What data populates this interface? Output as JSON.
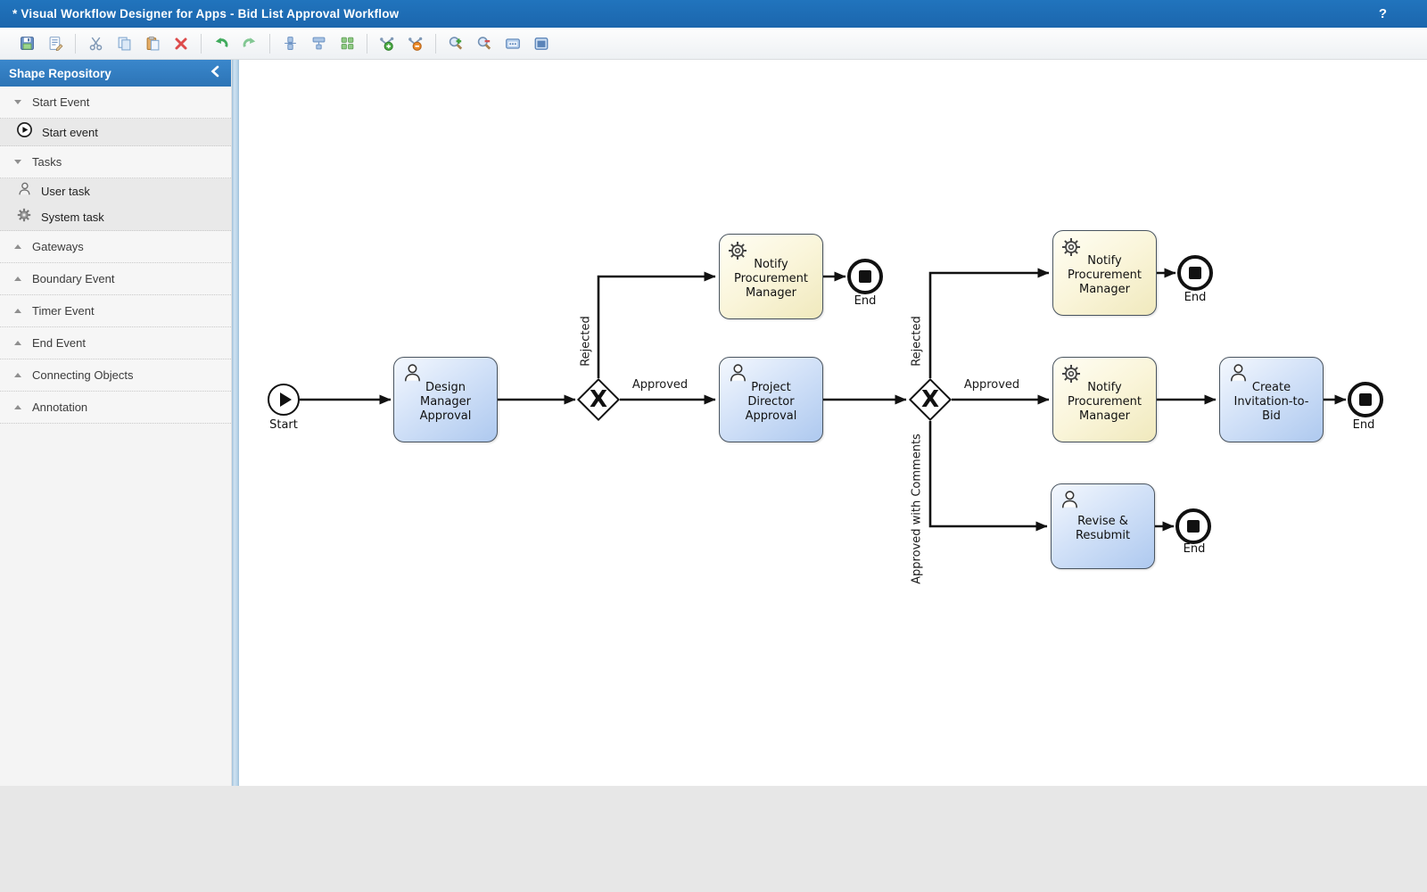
{
  "window": {
    "title": "* Visual Workflow Designer for Apps - Bid List Approval Workflow",
    "help_glyph": "?"
  },
  "toolbar": {
    "icons": [
      "save",
      "edit-properties",
      "cut",
      "copy",
      "paste",
      "delete",
      "undo",
      "redo",
      "align-vertical",
      "align-horizontal",
      "fit-to-content",
      "add-bend-point",
      "remove-bend-point",
      "zoom-in",
      "zoom-out",
      "zoom-actual-size",
      "fit-to-screen"
    ]
  },
  "sidebar": {
    "title": "Shape Repository",
    "sections": [
      {
        "label": "Start Event",
        "expanded": true,
        "items": [
          {
            "label": "Start event",
            "icon": "start-event-icon"
          }
        ]
      },
      {
        "label": "Tasks",
        "expanded": true,
        "items": [
          {
            "label": "User task",
            "icon": "user-icon"
          },
          {
            "label": "System task",
            "icon": "gear-icon"
          }
        ]
      },
      {
        "label": "Gateways",
        "expanded": false
      },
      {
        "label": "Boundary Event",
        "expanded": false
      },
      {
        "label": "Timer Event",
        "expanded": false
      },
      {
        "label": "End Event",
        "expanded": false
      },
      {
        "label": "Connecting Objects",
        "expanded": false
      },
      {
        "label": "Annotation",
        "expanded": false
      }
    ]
  },
  "diagram": {
    "nodes": {
      "start": {
        "label": "Start",
        "type": "start-event"
      },
      "design_manager_approval": {
        "label": "Design Manager Approval",
        "type": "user-task"
      },
      "gateway1": {
        "glyph": "X",
        "type": "exclusive-gateway"
      },
      "notify_pm_rejected1": {
        "label": "Notify Procurement Manager",
        "type": "system-task"
      },
      "end1": {
        "label": "End",
        "type": "end-event"
      },
      "project_director_approval": {
        "label": "Project Director Approval",
        "type": "user-task"
      },
      "gateway2": {
        "glyph": "X",
        "type": "exclusive-gateway"
      },
      "notify_pm_rejected2": {
        "label": "Notify Procurement Manager",
        "type": "system-task"
      },
      "end2": {
        "label": "End",
        "type": "end-event"
      },
      "notify_pm_approved": {
        "label": "Notify Procurement Manager",
        "type": "system-task"
      },
      "create_invitation_to_bid": {
        "label": "Create Invitation-to-Bid",
        "type": "user-task"
      },
      "end3": {
        "label": "End",
        "type": "end-event"
      },
      "revise_resubmit": {
        "label": "Revise & Resubmit",
        "type": "user-task"
      },
      "end4": {
        "label": "End",
        "type": "end-event"
      }
    },
    "edge_labels": {
      "rejected1": "Rejected",
      "approved1": "Approved",
      "rejected2": "Rejected",
      "approved2": "Approved",
      "approved_with_comments": "Approved with Comments"
    }
  },
  "colors": {
    "titlebar": "#1e6fb7",
    "panel_header": "#3180c4",
    "task_blue": "#aec9ef",
    "task_yellow": "#f0e9bd",
    "canvas": "#ffffff",
    "frame": "#e7e7e7",
    "connector": "#111111"
  }
}
